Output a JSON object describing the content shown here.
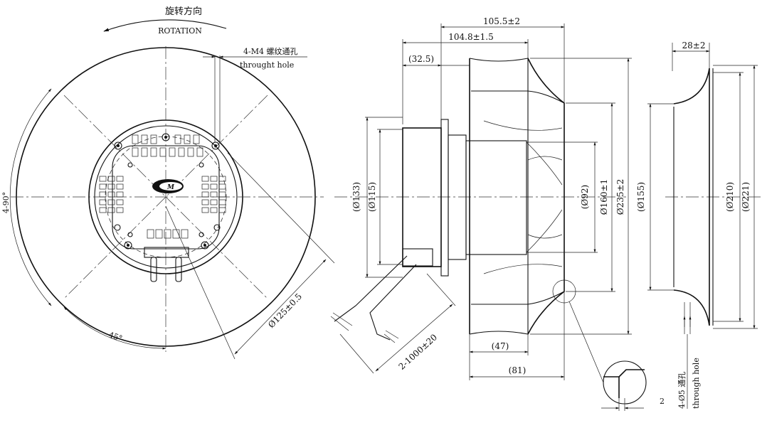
{
  "rotation": {
    "cn": "旋转方向",
    "en": "ROTATION"
  },
  "front_view": {
    "hole_cn": "4-M4 螺纹通孔",
    "hole_en": "throught hole",
    "angle_90": "4-90°",
    "angle_45": "45°",
    "dia_125": "Ø125±0.5",
    "cable": "2-1000±20"
  },
  "side_view": {
    "w_105": "105.5±2",
    "w_104": "104.8±1.5",
    "w_32": "(32.5)",
    "d_133": "(Ø133)",
    "d_115": "(Ø115)",
    "d_92": "(Ø92)",
    "d_160": "Ø160±1",
    "d_235": "Ø235±2",
    "w_47": "(47)",
    "w_81": "(81)",
    "detail_2": "2"
  },
  "inlet_view": {
    "w_28": "28±2",
    "d_155": "(Ø155)",
    "d_210": "(Ø210)",
    "d_221": "(Ø221)",
    "hole_cn": "4-Ø5 通孔",
    "hole_en": "through hole"
  }
}
